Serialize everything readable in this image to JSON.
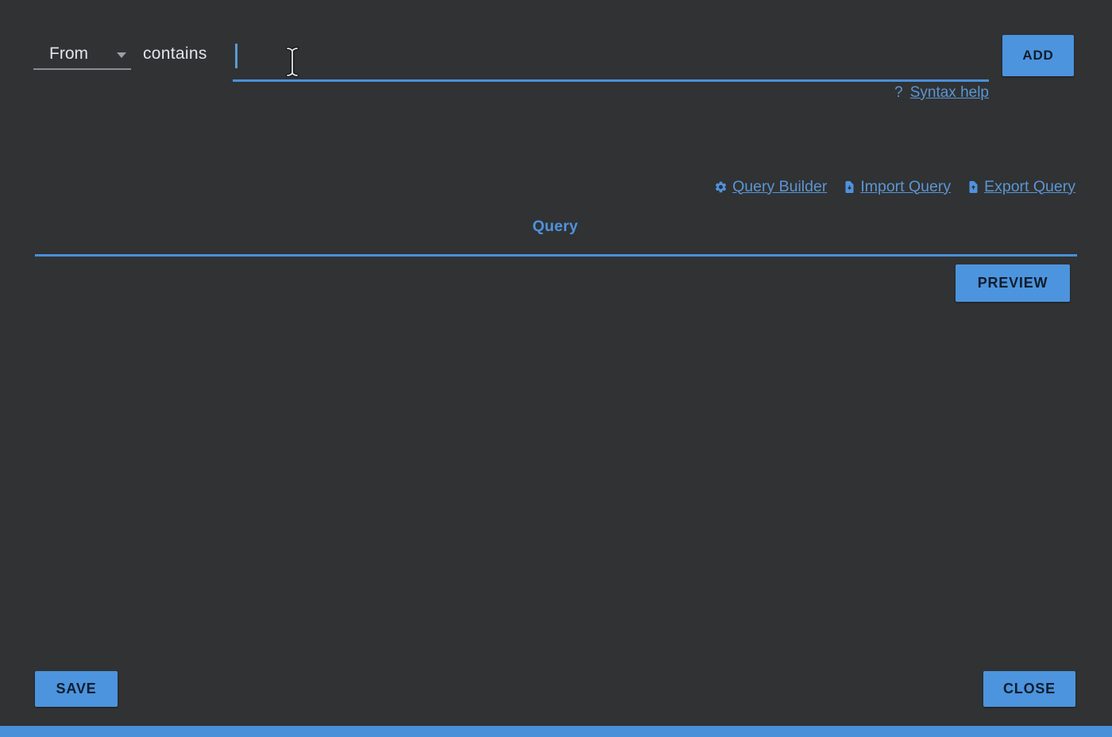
{
  "colors": {
    "background": "#303234",
    "accent": "#4c94de",
    "link": "#5b95d2",
    "button_text": "#101d2c",
    "text": "#e3e5e8"
  },
  "filter_row": {
    "field_selector": {
      "value": "From"
    },
    "operator": "contains",
    "input_value": "",
    "add_button_label": "ADD"
  },
  "syntax_help": {
    "prefix": "?",
    "link_label": "Syntax help"
  },
  "query_toolbar": {
    "links": [
      {
        "icon": "gear-icon",
        "label": "Query Builder"
      },
      {
        "icon": "file-import-icon",
        "label": "Import Query"
      },
      {
        "icon": "file-export-icon",
        "label": "Export Query"
      }
    ]
  },
  "query_section": {
    "label": "Query",
    "preview_button_label": "PREVIEW"
  },
  "footer": {
    "save_button_label": "SAVE",
    "close_button_label": "CLOSE"
  }
}
